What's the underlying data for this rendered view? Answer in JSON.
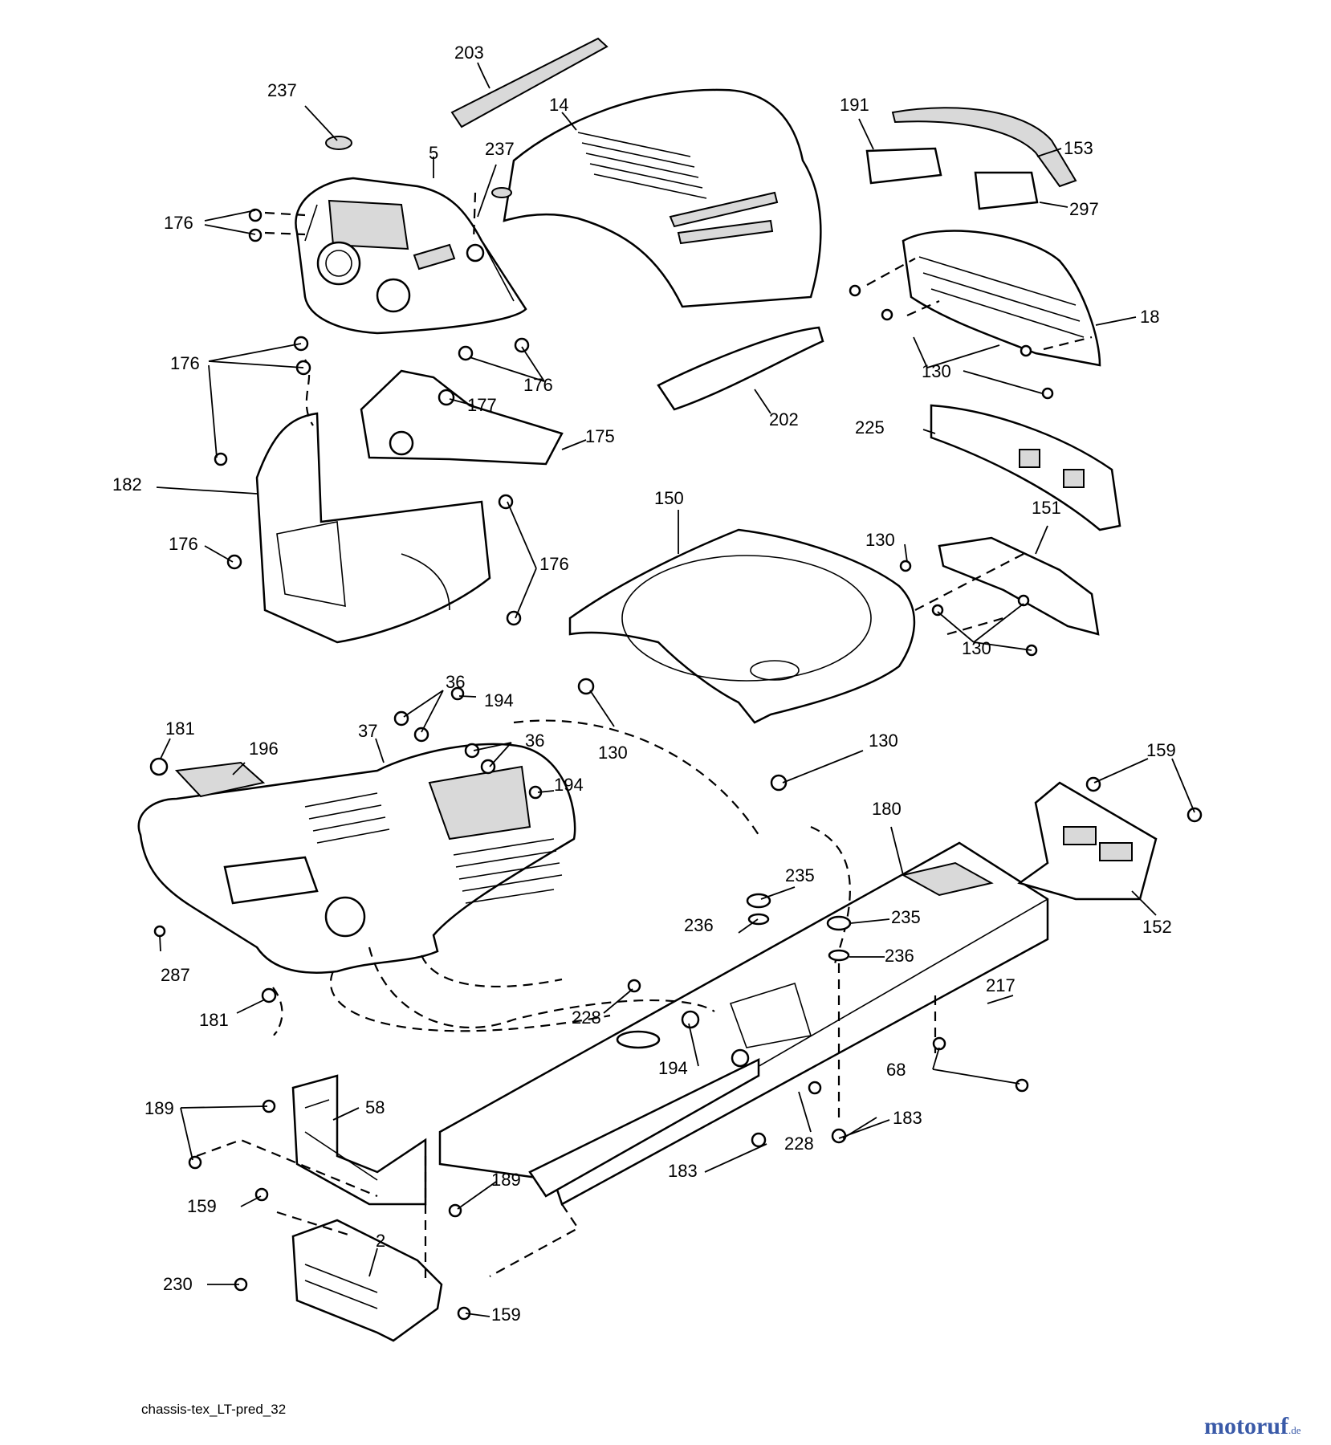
{
  "caption": "chassis-tex_LT-pred_32",
  "brand": {
    "name": "motoruf",
    "suffix": ".de"
  },
  "callouts": [
    {
      "id": "c203a",
      "text": "203"
    },
    {
      "id": "c237a",
      "text": "237"
    },
    {
      "id": "c14",
      "text": "14"
    },
    {
      "id": "c191",
      "text": "191"
    },
    {
      "id": "c153",
      "text": "153"
    },
    {
      "id": "c5",
      "text": "5"
    },
    {
      "id": "c237b",
      "text": "237"
    },
    {
      "id": "c176a",
      "text": "176"
    },
    {
      "id": "c297",
      "text": "297"
    },
    {
      "id": "c18",
      "text": "18"
    },
    {
      "id": "c176b",
      "text": "176"
    },
    {
      "id": "c176c",
      "text": "176"
    },
    {
      "id": "c130a",
      "text": "130"
    },
    {
      "id": "c177",
      "text": "177"
    },
    {
      "id": "c202",
      "text": "202"
    },
    {
      "id": "c225",
      "text": "225"
    },
    {
      "id": "c175",
      "text": "175"
    },
    {
      "id": "c182",
      "text": "182"
    },
    {
      "id": "c150",
      "text": "150"
    },
    {
      "id": "c151",
      "text": "151"
    },
    {
      "id": "c176d",
      "text": "176"
    },
    {
      "id": "c130b",
      "text": "130"
    },
    {
      "id": "c176e",
      "text": "176"
    },
    {
      "id": "c130c",
      "text": "130"
    },
    {
      "id": "c36a",
      "text": "36"
    },
    {
      "id": "c194a",
      "text": "194"
    },
    {
      "id": "c181a",
      "text": "181"
    },
    {
      "id": "c196",
      "text": "196"
    },
    {
      "id": "c37",
      "text": "37"
    },
    {
      "id": "c36b",
      "text": "36"
    },
    {
      "id": "c130d",
      "text": "130"
    },
    {
      "id": "c130e",
      "text": "130"
    },
    {
      "id": "c159a",
      "text": "159"
    },
    {
      "id": "c194b",
      "text": "194"
    },
    {
      "id": "c180",
      "text": "180"
    },
    {
      "id": "c235a",
      "text": "235"
    },
    {
      "id": "c236a",
      "text": "236"
    },
    {
      "id": "c235b",
      "text": "235"
    },
    {
      "id": "c152",
      "text": "152"
    },
    {
      "id": "c287",
      "text": "287"
    },
    {
      "id": "c236b",
      "text": "236"
    },
    {
      "id": "c181b",
      "text": "181"
    },
    {
      "id": "c217",
      "text": "217"
    },
    {
      "id": "c228a",
      "text": "228"
    },
    {
      "id": "c194c",
      "text": "194"
    },
    {
      "id": "c68",
      "text": "68"
    },
    {
      "id": "c189a",
      "text": "189"
    },
    {
      "id": "c58",
      "text": "58"
    },
    {
      "id": "c183a",
      "text": "183"
    },
    {
      "id": "c228b",
      "text": "228"
    },
    {
      "id": "c183b",
      "text": "183"
    },
    {
      "id": "c189b",
      "text": "189"
    },
    {
      "id": "c159b",
      "text": "159"
    },
    {
      "id": "c2",
      "text": "2"
    },
    {
      "id": "c230",
      "text": "230"
    },
    {
      "id": "c159c",
      "text": "159"
    }
  ]
}
